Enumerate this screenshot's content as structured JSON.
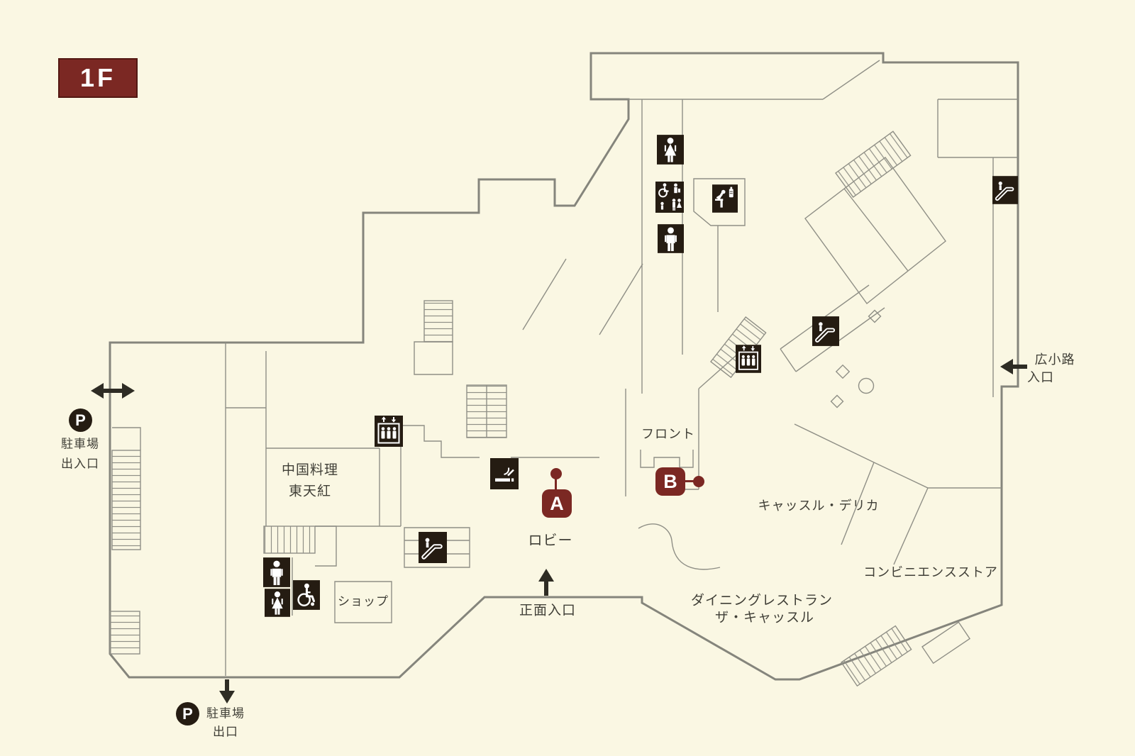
{
  "floor": {
    "badge": "1F"
  },
  "colors": {
    "background": "#FAF7E3",
    "wall_outer": "#85857C",
    "wall_inner": "#8F8F86",
    "icon_bg": "#251C12",
    "accent_red": "#7B2823",
    "text": "#403F37"
  },
  "rooms": {
    "chinese_restaurant": {
      "line1": "中国料理",
      "line2": "東天紅"
    },
    "shop": {
      "label": "ショップ"
    },
    "lobby": {
      "label": "ロビー"
    },
    "front_desk": {
      "label": "フロント"
    },
    "castle_delica": {
      "label": "キャッスル・デリカ"
    },
    "convenience_store": {
      "label": "コンビニエンスストア"
    },
    "dining_restaurant": {
      "line1": "ダイニングレストラン",
      "line2": "ザ・キャッスル"
    }
  },
  "entrances": {
    "main": {
      "label": "正面入口"
    },
    "hirokoji": {
      "line1": "広小路",
      "line2": "入口"
    },
    "parking_entrance": {
      "badge": "P",
      "line1": "駐車場",
      "line2": "出入口"
    },
    "parking_exit": {
      "badge": "P",
      "line1": "駐車場",
      "line2": "出口"
    }
  },
  "markers": {
    "a": {
      "label": "A"
    },
    "b": {
      "label": "B"
    }
  },
  "icons": {
    "legend": [
      "womens-toilet-icon",
      "mens-toilet-icon",
      "multipurpose-toilet-icon",
      "accessible-toilet-icon",
      "elevator-icon",
      "escalator-icon",
      "smoking-area-icon",
      "vending-corner-icon",
      "parking-icon"
    ]
  }
}
